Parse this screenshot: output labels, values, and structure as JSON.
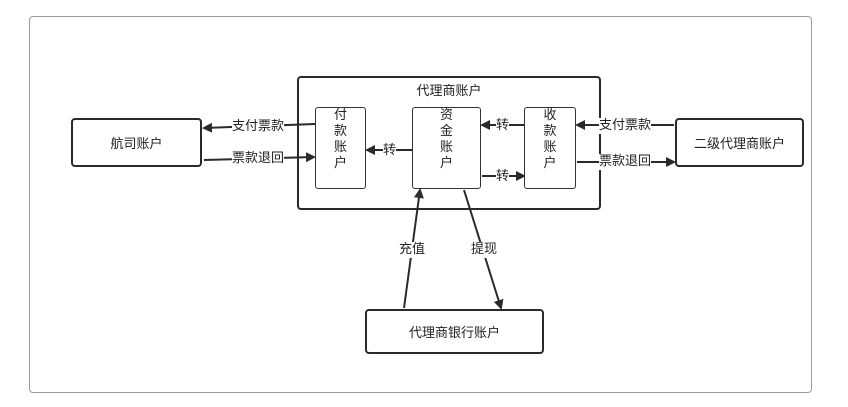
{
  "nodes": {
    "airline": "航司账户",
    "container_title": "代理商账户",
    "pay_acct": [
      "付",
      "款",
      "账",
      "户"
    ],
    "fund_acct": [
      "资",
      "金",
      "账",
      "户"
    ],
    "recv_acct": [
      "收",
      "款",
      "账",
      "户"
    ],
    "sub_agent": "二级代理商账户",
    "bank": "代理商银行账户"
  },
  "labels": {
    "pay_ticket_left": "支付票款",
    "refund_left": "票款退回",
    "transfer_pay": "转",
    "transfer_recv_to_fund": "转",
    "transfer_fund_to_recv": "转",
    "pay_ticket_right": "支付票款",
    "refund_right": "票款退回",
    "recharge": "充值",
    "withdraw": "提现"
  }
}
